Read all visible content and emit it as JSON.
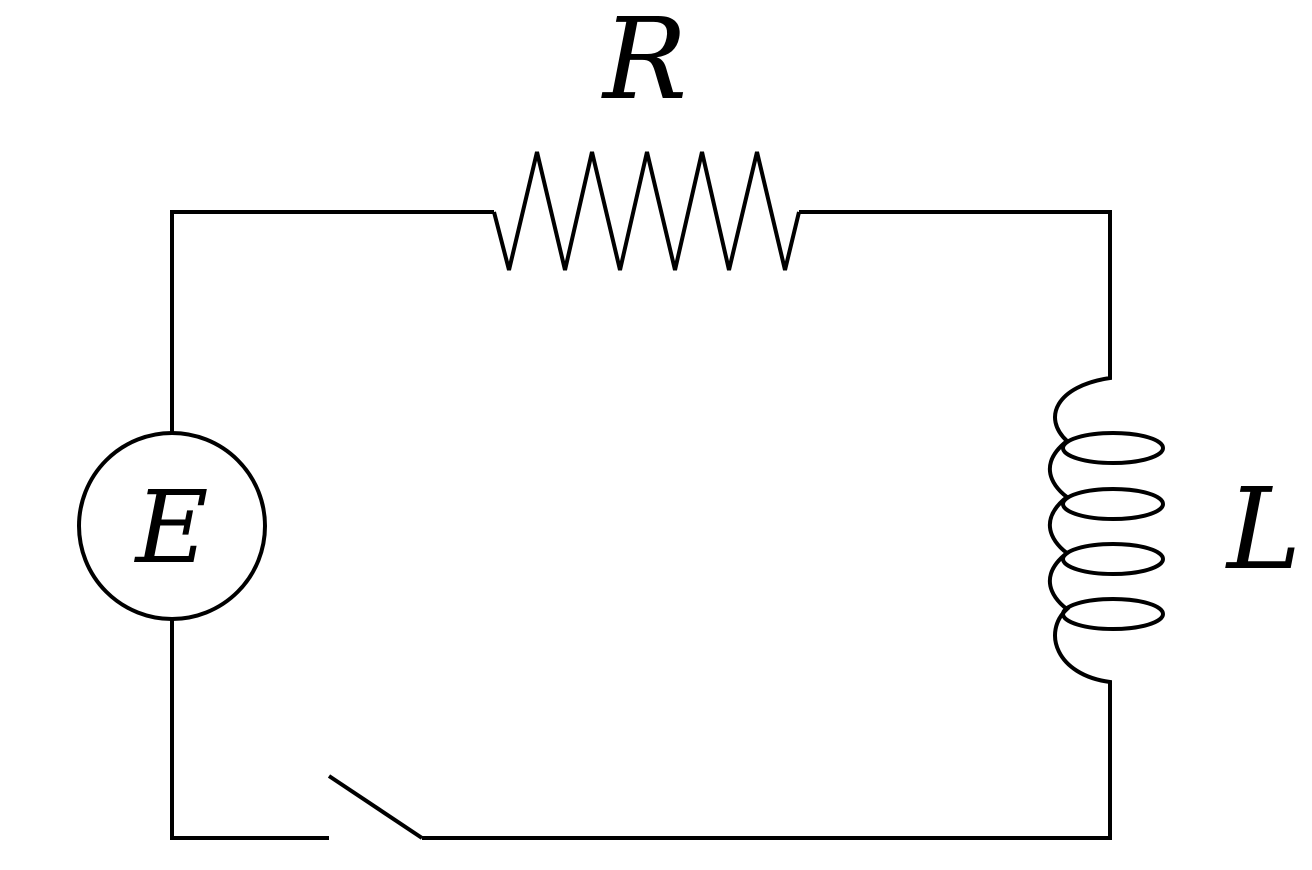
{
  "diagram": {
    "type": "series RL circuit",
    "components": {
      "resistor": {
        "symbol": "zigzag-resistor",
        "label": "R"
      },
      "inductor": {
        "symbol": "coil-inductor",
        "label": "L"
      },
      "source": {
        "symbol": "circle-voltage-source",
        "label": "E"
      },
      "switch": {
        "symbol": "open-switch",
        "state": "open"
      }
    },
    "colors": {
      "stroke": "#000000",
      "background": "#ffffff"
    }
  }
}
